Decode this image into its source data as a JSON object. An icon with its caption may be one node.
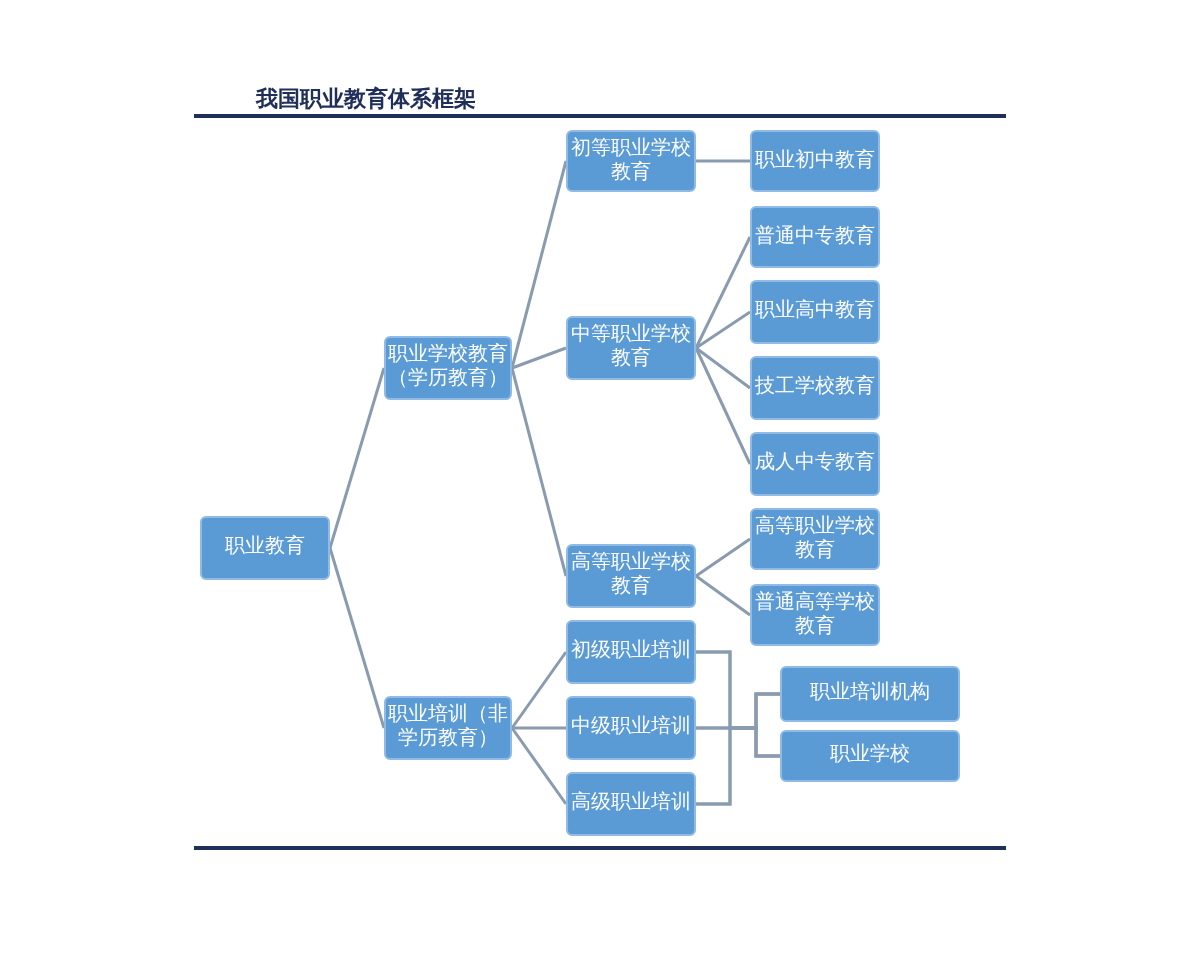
{
  "diagram": {
    "title": "我国职业教育体系框架",
    "nodes": [
      {
        "text": [
          "职业教育"
        ]
      },
      {
        "text": [
          "职业学校教育（学历教育）"
        ]
      },
      {
        "text": [
          "职业培训（非学历教育）"
        ]
      },
      {
        "text": [
          "初等职业学校教育"
        ]
      },
      {
        "text": [
          "中等职业学校教育"
        ]
      },
      {
        "text": [
          "高等职业学校教育"
        ]
      },
      {
        "text": [
          "初级职业培训"
        ]
      },
      {
        "text": [
          "中级职业培训"
        ]
      },
      {
        "text": [
          "高级职业培训"
        ]
      },
      {
        "text": [
          "职业初中教育"
        ]
      },
      {
        "text": [
          "普通中专教育"
        ]
      },
      {
        "text": [
          "职业高中教育"
        ]
      },
      {
        "text": [
          "技工学校教育"
        ]
      },
      {
        "text": [
          "成人中专教育"
        ]
      },
      {
        "text": [
          "高等职业学校教育"
        ]
      },
      {
        "text": [
          "普通高等学校教育"
        ]
      },
      {
        "text": [
          "职业培训机构"
        ]
      },
      {
        "text": [
          "职业学校"
        ]
      }
    ],
    "edges": [
      {
        "from": 0,
        "to": 1,
        "arrow": "none"
      },
      {
        "from": 0,
        "to": 2,
        "arrow": "none"
      },
      {
        "from": 1,
        "to": 3,
        "arrow": "none"
      },
      {
        "from": 1,
        "to": 4,
        "arrow": "none"
      },
      {
        "from": 1,
        "to": 5,
        "arrow": "none"
      },
      {
        "from": 2,
        "to": 6,
        "arrow": "none"
      },
      {
        "from": 2,
        "to": 7,
        "arrow": "none"
      },
      {
        "from": 2,
        "to": 8,
        "arrow": "none"
      },
      {
        "from": 3,
        "to": 9,
        "arrow": "none"
      },
      {
        "from": 4,
        "to": 10,
        "arrow": "none"
      },
      {
        "from": 4,
        "to": 11,
        "arrow": "none"
      },
      {
        "from": 4,
        "to": 12,
        "arrow": "none"
      },
      {
        "from": 4,
        "to": 13,
        "arrow": "none"
      },
      {
        "from": 5,
        "to": 14,
        "arrow": "none"
      },
      {
        "from": 5,
        "to": 15,
        "arrow": "none"
      },
      {
        "from": 6,
        "to": 16,
        "arrow": "none"
      },
      {
        "from": 6,
        "to": 17,
        "arrow": "none"
      },
      {
        "from": 7,
        "to": 16,
        "arrow": "none"
      },
      {
        "from": 7,
        "to": 17,
        "arrow": "none"
      },
      {
        "from": 8,
        "to": 16,
        "arrow": "none"
      },
      {
        "from": 8,
        "to": 17,
        "arrow": "none"
      }
    ]
  }
}
